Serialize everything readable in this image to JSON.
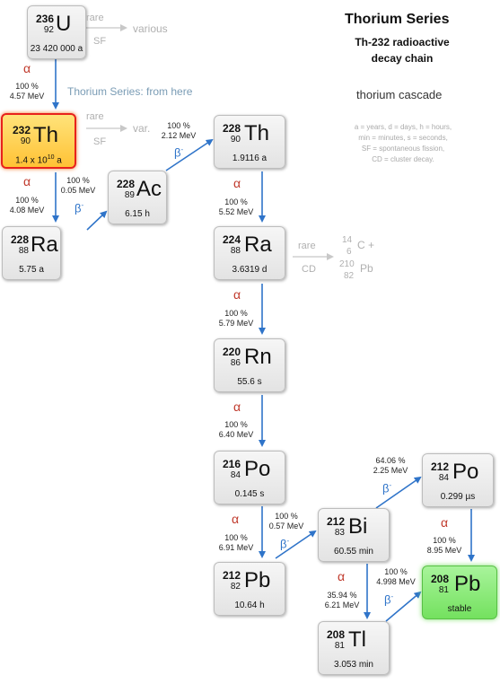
{
  "header": {
    "title": "Thorium Series",
    "subtitle_line1": "Th-232 radioactive",
    "subtitle_line2": "decay chain",
    "cascade": "thorium cascade",
    "legend": [
      "a = years, d = days, h = hours,",
      "min = minutes, s = seconds,",
      "SF = spontaneous fission,",
      "CD = cluster decay."
    ]
  },
  "nuclides": {
    "u236": {
      "mass": "236",
      "z": "92",
      "symbol": "U",
      "halflife": "23 420 000 a"
    },
    "th232": {
      "mass": "232",
      "z": "90",
      "symbol": "Th",
      "halflife_base": "1.4 x 10",
      "halflife_exp": "10",
      "halflife_unit": " a"
    },
    "ra228": {
      "mass": "228",
      "z": "88",
      "symbol": "Ra",
      "halflife": "5.75 a"
    },
    "ac228": {
      "mass": "228",
      "z": "89",
      "symbol": "Ac",
      "halflife": "6.15 h"
    },
    "th228": {
      "mass": "228",
      "z": "90",
      "symbol": "Th",
      "halflife": "1.9116 a"
    },
    "ra224": {
      "mass": "224",
      "z": "88",
      "symbol": "Ra",
      "halflife": "3.6319 d"
    },
    "rn220": {
      "mass": "220",
      "z": "86",
      "symbol": "Rn",
      "halflife": "55.6 s"
    },
    "po216": {
      "mass": "216",
      "z": "84",
      "symbol": "Po",
      "halflife": "0.145 s"
    },
    "pb212": {
      "mass": "212",
      "z": "82",
      "symbol": "Pb",
      "halflife": "10.64 h"
    },
    "bi212": {
      "mass": "212",
      "z": "83",
      "symbol": "Bi",
      "halflife": "60.55 min"
    },
    "po212": {
      "mass": "212",
      "z": "84",
      "symbol": "Po",
      "halflife": "0.299 µs"
    },
    "tl208": {
      "mass": "208",
      "z": "81",
      "symbol": "Tl",
      "halflife": "3.053 min"
    },
    "pb208": {
      "mass": "208",
      "z": "81",
      "symbol": "Pb",
      "halflife": "stable"
    }
  },
  "decays": {
    "u236_th232": {
      "mode": "α",
      "pct": "100 %",
      "energy": "4.57 MeV"
    },
    "th232_ra228": {
      "mode": "α",
      "pct": "100 %",
      "energy": "4.08 MeV"
    },
    "ra228_ac228": {
      "mode": "β",
      "pct": "100 %",
      "energy": "0.05 MeV"
    },
    "ac228_th228": {
      "mode": "β",
      "pct": "100 %",
      "energy": "2.12 MeV"
    },
    "th228_ra224": {
      "mode": "α",
      "pct": "100 %",
      "energy": "5.52 MeV"
    },
    "ra224_rn220": {
      "mode": "α",
      "pct": "100 %",
      "energy": "5.79 MeV"
    },
    "rn220_po216": {
      "mode": "α",
      "pct": "100 %",
      "energy": "6.40 MeV"
    },
    "po216_pb212": {
      "mode": "α",
      "pct": "100 %",
      "energy": "6.91 MeV"
    },
    "pb212_bi212": {
      "mode": "β",
      "pct": "100 %",
      "energy": "0.57 MeV"
    },
    "bi212_po212": {
      "mode": "β",
      "pct": "64.06 %",
      "energy": "2.25 MeV"
    },
    "bi212_tl208": {
      "mode": "α",
      "pct": "35.94 %",
      "energy": "6.21 MeV"
    },
    "po212_pb208": {
      "mode": "α",
      "pct": "100 %",
      "energy": "8.95 MeV"
    },
    "tl208_pb208": {
      "mode": "β",
      "pct": "100 %",
      "energy": "4.998 MeV"
    }
  },
  "beta_sup": "-",
  "minor": {
    "u236_rare": "rare",
    "u236_sf": "SF",
    "u236_various": "various",
    "th232_rare": "rare",
    "th232_sf": "SF",
    "th232_var": "var.",
    "ra224_rare": "rare",
    "ra224_cd": "CD",
    "c14_mass": "14",
    "c14_z": "6",
    "c14_sym": "C +",
    "pb210_mass": "210",
    "pb210_z": "82",
    "pb210_sym": "Pb"
  },
  "from_here": "Thorium Series: from here",
  "colors": {
    "alpha": "#c0392b",
    "beta": "#2f74c9",
    "arrow": "#2f74c9",
    "parent_border": "#e8221c",
    "parent_fill": "#ffc235",
    "stable_fill": "#74e15f"
  }
}
